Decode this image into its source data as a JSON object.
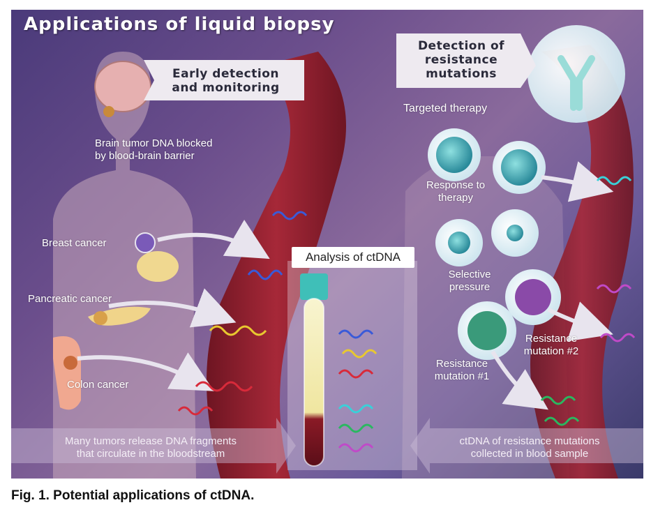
{
  "title": "Applications of liquid biopsy",
  "early_detection": "Early detection\nand monitoring",
  "resistance_detection": "Detection of\nresistance\nmutations",
  "brain_note": "Brain tumor DNA blocked\nby blood-brain barrier",
  "breast": "Breast cancer",
  "pancreatic": "Pancreatic cancer",
  "colon": "Colon cancer",
  "analysis": "Analysis of ctDNA",
  "targeted": "Targeted therapy",
  "response": "Response to\ntherapy",
  "selective": "Selective\npressure",
  "res1": "Resistance\nmutation #1",
  "res2": "Resistance\nmutation #2",
  "bottom_left": "Many tumors release DNA fragments\nthat circulate in the bloodstream",
  "bottom_right": "ctDNA of resistance mutations\ncollected in blood sample",
  "caption": "Fig. 1.  Potential applications of ctDNA.",
  "colors": {
    "background": "#6b4e8c",
    "vessel": "#8e1e2c",
    "tube_cap": "#3fbfb8",
    "blood": "#7a1420",
    "plasma": "#f4efb8",
    "dna_blue": "#3a5ad8",
    "dna_yellow": "#e8c830",
    "dna_red": "#d82a3a",
    "dna_cyan": "#3ad0d8",
    "dna_green": "#2ab860",
    "dna_magenta": "#c04ac8"
  }
}
